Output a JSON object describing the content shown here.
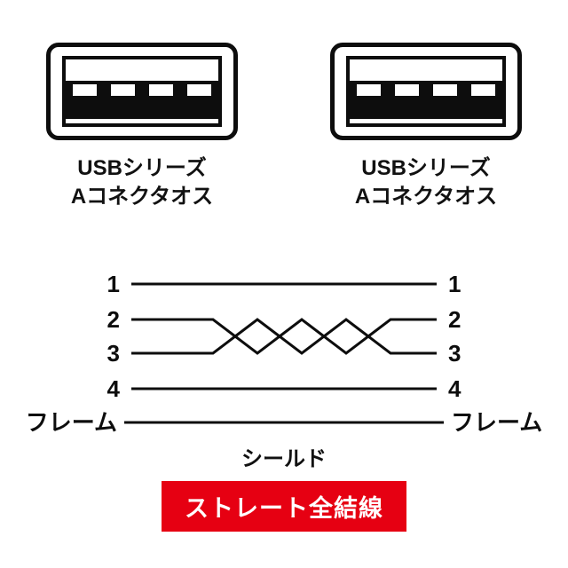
{
  "connectors": [
    {
      "line1": "USBシリーズ",
      "line2": "Aコネクタオス"
    },
    {
      "line1": "USBシリーズ",
      "line2": "Aコネクタオス"
    }
  ],
  "wiring": {
    "left_labels": [
      "1",
      "2",
      "3",
      "4",
      "フレーム"
    ],
    "right_labels": [
      "1",
      "2",
      "3",
      "4",
      "フレーム"
    ],
    "shield_label": "シールド"
  },
  "badge": {
    "text": "ストレート全結線",
    "bg_color": "#e60012",
    "text_color": "#ffffff"
  }
}
